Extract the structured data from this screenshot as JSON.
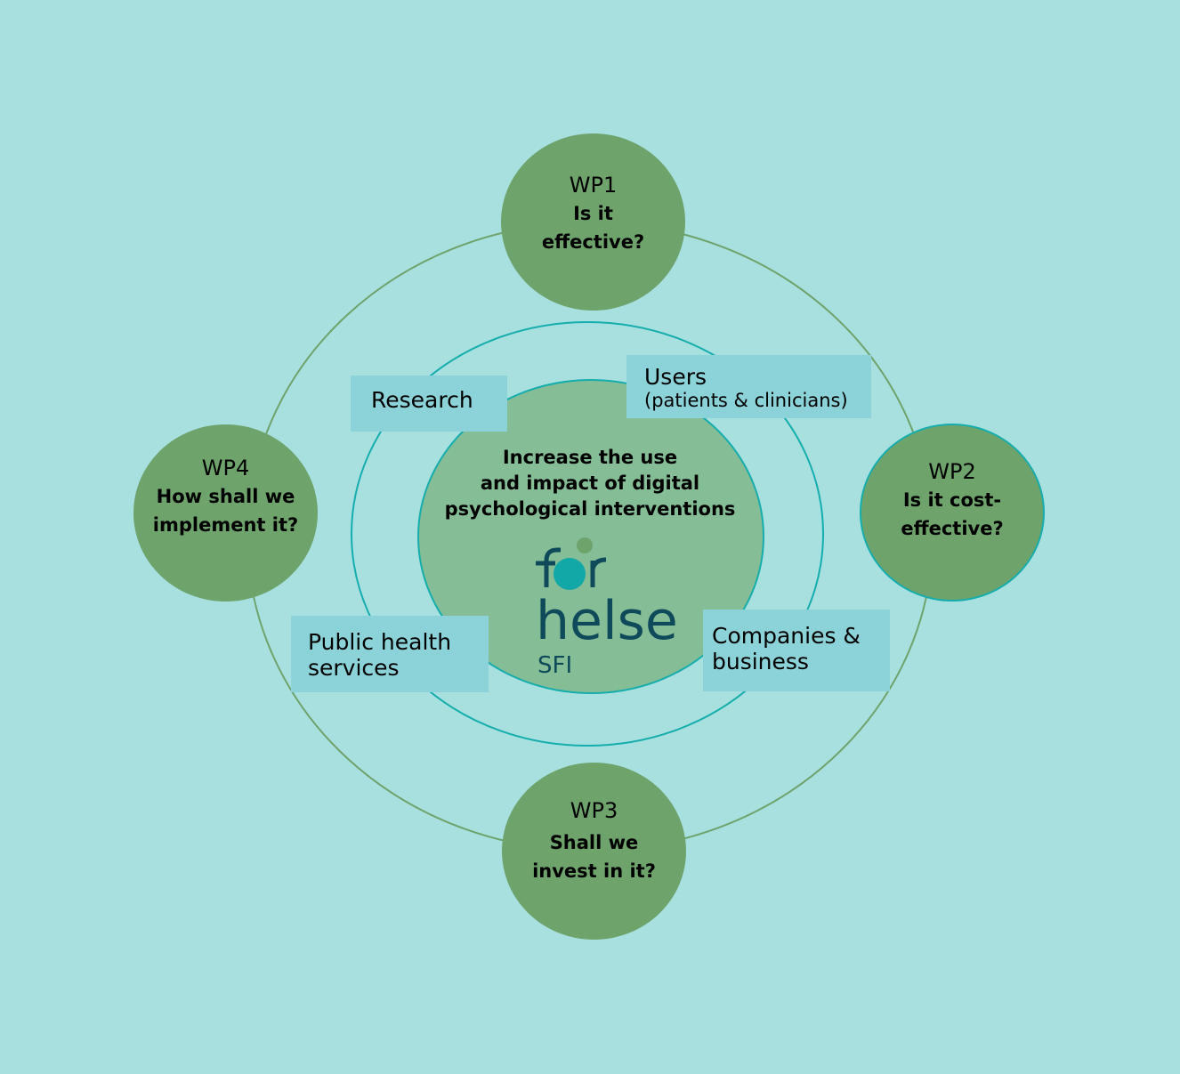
{
  "center": {
    "goal": "Increase the use and impact of digital psychological interventions",
    "goal_lines": [
      "Increase the use",
      "and impact of digital",
      "psychological interventions"
    ]
  },
  "logo": {
    "word1": "for",
    "word2": "helse",
    "word3": "SFI",
    "colors": {
      "text": "#0e4a5a",
      "dot": "#12a8a8",
      "small_dot": "#6ea36c"
    }
  },
  "work_packages": [
    {
      "id": "WP1",
      "question": "Is it effective?",
      "question_lines": [
        "Is it",
        "effective?"
      ]
    },
    {
      "id": "WP2",
      "question": "Is it cost-effective?",
      "question_lines": [
        "Is it cost-",
        "effective?"
      ]
    },
    {
      "id": "WP3",
      "question": "Shall we invest in it?",
      "question_lines": [
        "Shall we",
        "invest in it?"
      ]
    },
    {
      "id": "WP4",
      "question": "How shall we implement it?",
      "question_lines": [
        "How shall we",
        "implement it?"
      ]
    }
  ],
  "stakeholders": {
    "research": {
      "label": "Research"
    },
    "users": {
      "label": "Users",
      "sub": "(patients & clinicians)"
    },
    "public": {
      "label_lines": [
        "Public health",
        "services"
      ]
    },
    "companies": {
      "label_lines": [
        "Companies &",
        "business"
      ]
    }
  },
  "colors": {
    "background": "#a8e0e0",
    "wp_fill": "#6ea36c",
    "center_fill": "#84bd96",
    "outer_ring": "#6ea36c",
    "inner_ring": "#16adad",
    "box_fill": "#8bd3d9"
  }
}
